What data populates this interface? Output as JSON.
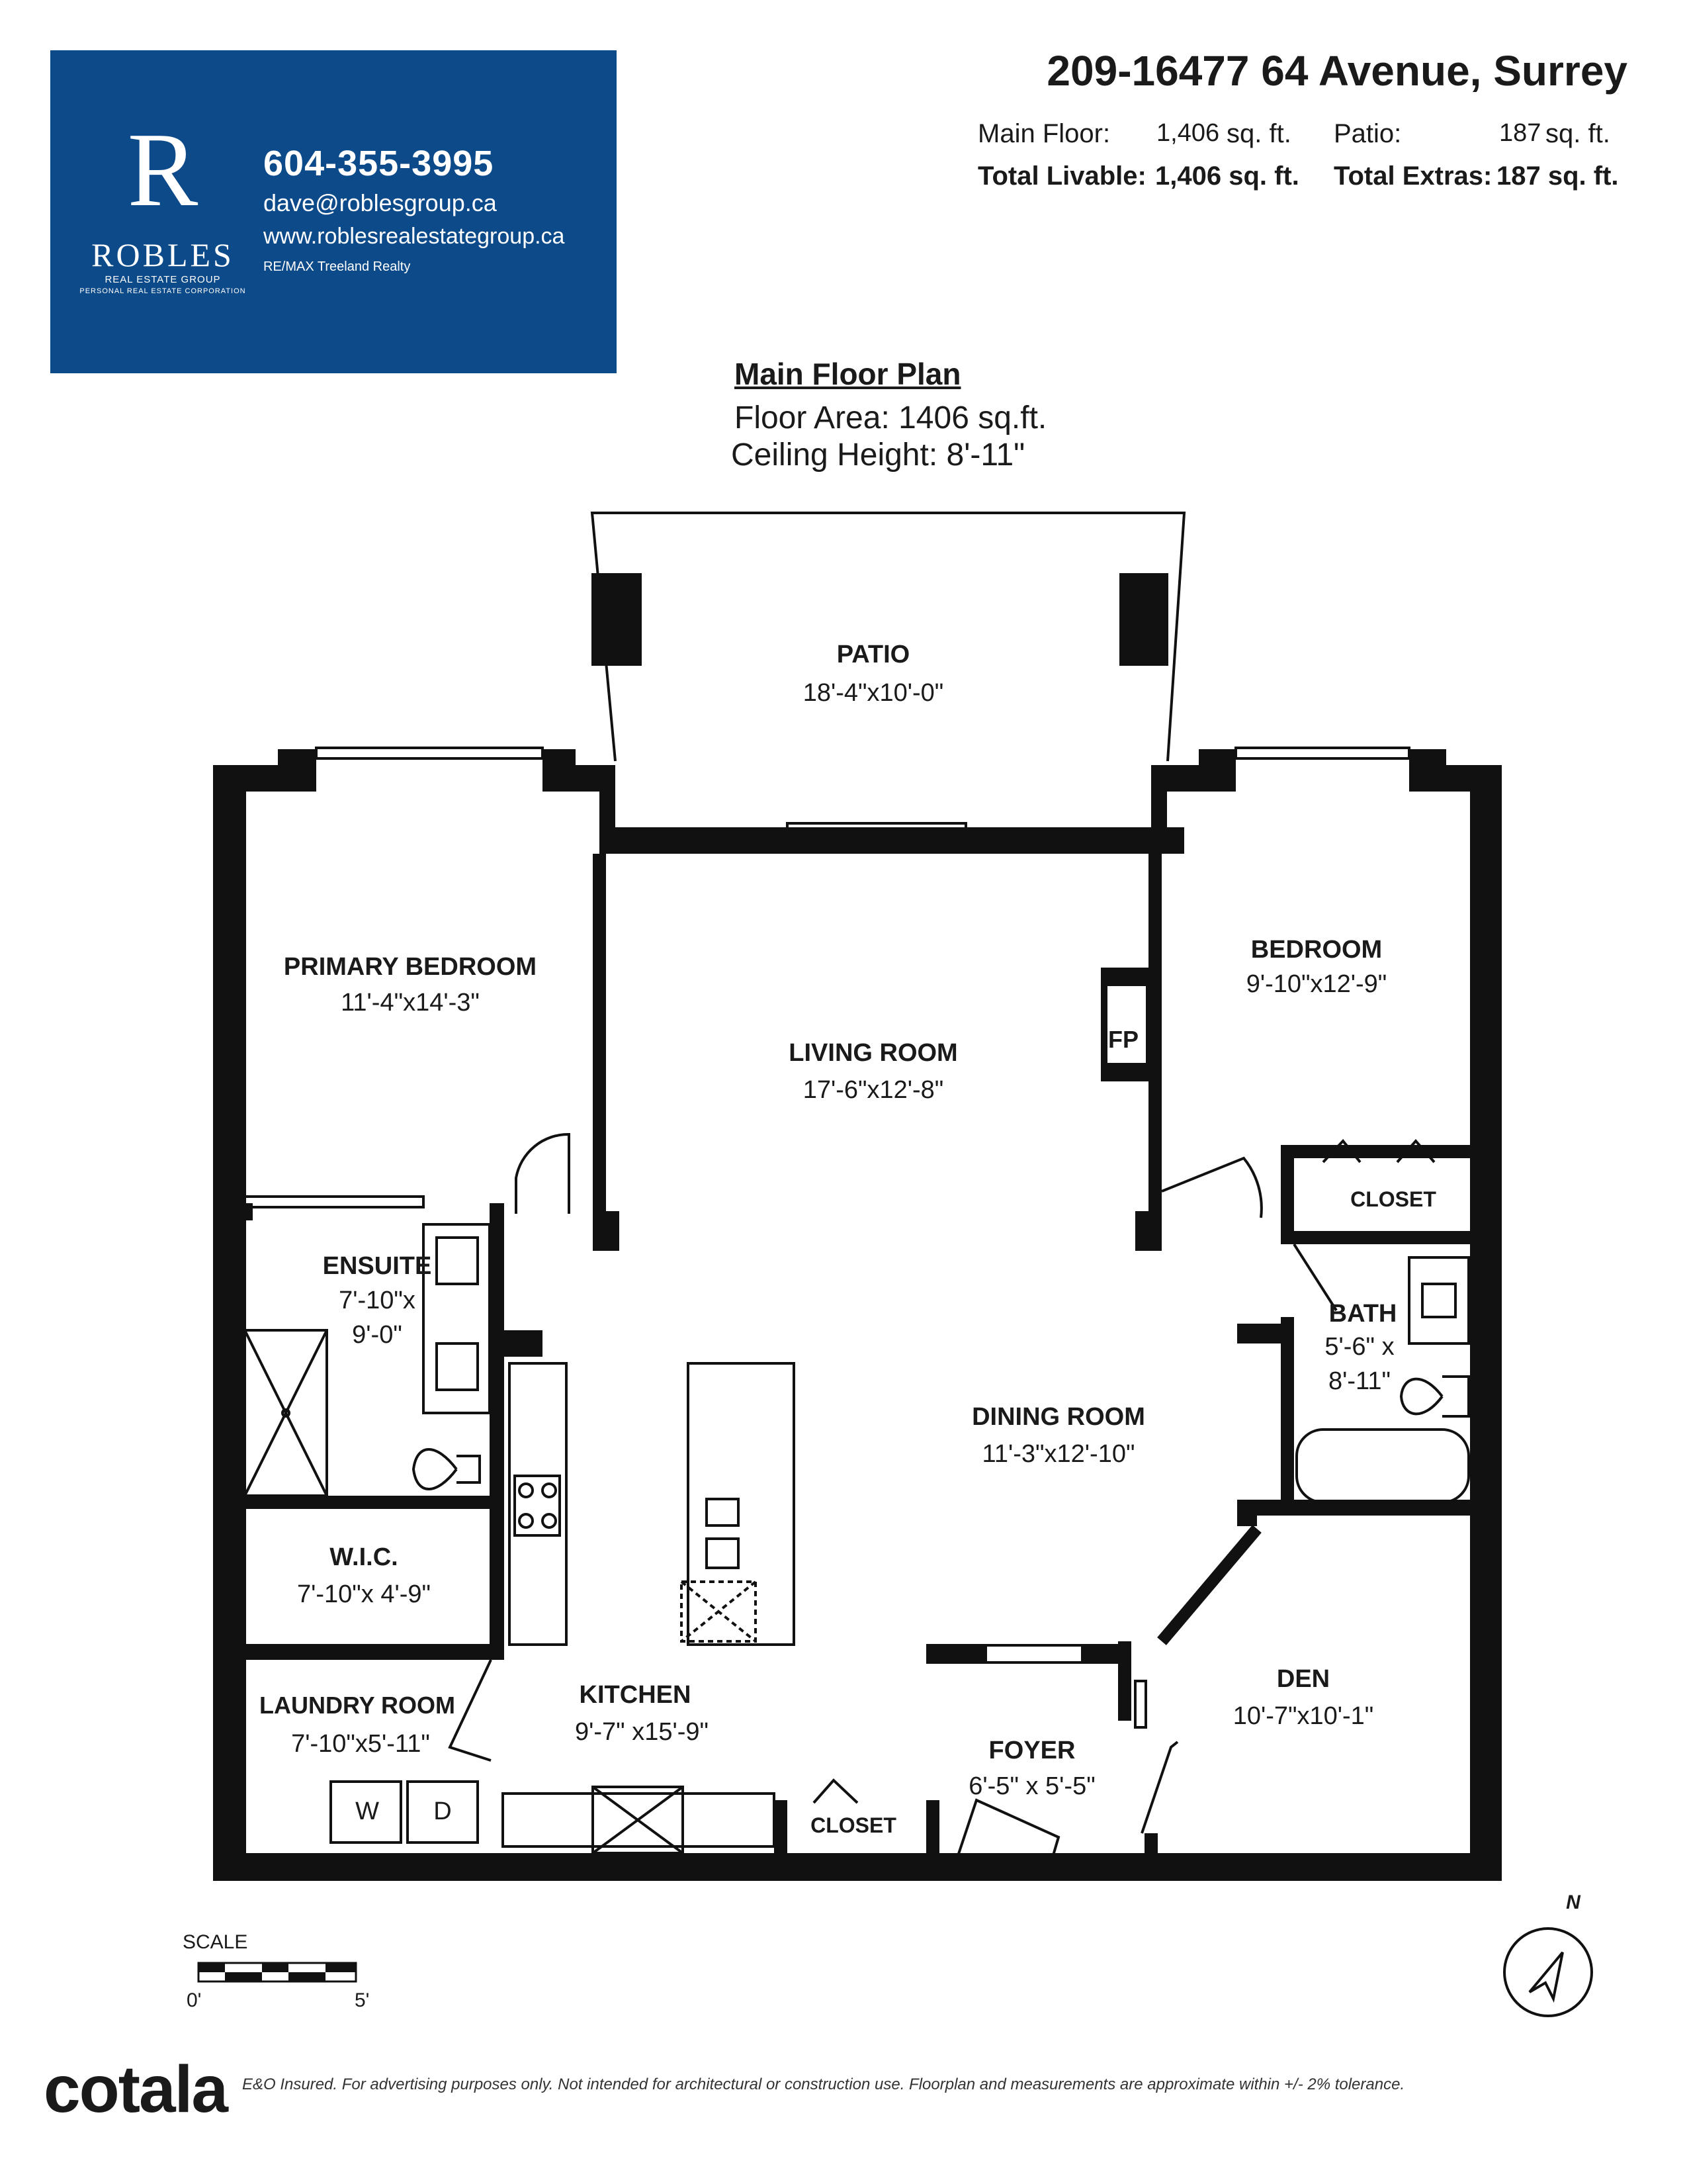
{
  "header": {
    "logo": {
      "letter": "R",
      "wordmark": "ROBLES",
      "line1": "REAL ESTATE GROUP",
      "line2": "PERSONAL REAL ESTATE CORPORATION"
    },
    "phone": "604-355-3995",
    "email": "dave@roblesgroup.ca",
    "website": "www.roblesrealestategroup.ca",
    "brokerage": "RE/MAX Treeland Realty",
    "card_color": "#0d4a8a"
  },
  "listing": {
    "address": "209-16477 64 Avenue, Surrey",
    "main_floor_label": "Main Floor:",
    "main_floor_value": "1,406",
    "main_floor_unit": "sq. ft.",
    "patio_label": "Patio:",
    "patio_value": "187",
    "patio_unit": "sq. ft.",
    "total_livable_label": "Total Livable:",
    "total_livable_value": "1,406 sq. ft.",
    "total_extras_label": "Total Extras:",
    "total_extras_value": "187 sq. ft."
  },
  "plan": {
    "title": "Main Floor Plan",
    "floor_area": "Floor Area: 1406 sq.ft.",
    "ceiling_height": "Ceiling Height: 8'-11\"",
    "rooms": {
      "patio": {
        "name": "PATIO",
        "dims": "18'-4\"x10'-0\""
      },
      "primary_bedroom": {
        "name": "PRIMARY BEDROOM",
        "dims": "11'-4\"x14'-3\""
      },
      "living_room": {
        "name": "LIVING ROOM",
        "dims": "17'-6\"x12'-8\""
      },
      "bedroom": {
        "name": "BEDROOM",
        "dims": "9'-10\"x12'-9\""
      },
      "fireplace": {
        "name": "FP"
      },
      "closet_bedroom": {
        "name": "CLOSET"
      },
      "ensuite": {
        "name": "ENSUITE",
        "dims1": "7'-10\"x",
        "dims2": "9'-0\""
      },
      "bath": {
        "name": "BATH",
        "dims1": "5'-6\" x",
        "dims2": "8'-11\""
      },
      "dining_room": {
        "name": "DINING ROOM",
        "dims": "11'-3\"x12'-10\""
      },
      "wic": {
        "name": "W.I.C.",
        "dims": "7'-10\"x 4'-9\""
      },
      "den": {
        "name": "DEN",
        "dims": "10'-7\"x10'-1\""
      },
      "laundry_room": {
        "name": "LAUNDRY ROOM",
        "dims": "7'-10\"x5'-11\""
      },
      "kitchen": {
        "name": "KITCHEN",
        "dims": "9'-7\" x15'-9\""
      },
      "foyer": {
        "name": "FOYER",
        "dims": "6'-5\" x 5'-5\""
      },
      "closet_foyer": {
        "name": "CLOSET"
      },
      "washer": {
        "name": "W"
      },
      "dryer": {
        "name": "D"
      }
    },
    "scale": {
      "label": "SCALE",
      "start": "0'",
      "end": "5'"
    },
    "north": "N"
  },
  "footer": {
    "brand": "cotala",
    "disclaimer": "E&O Insured. For advertising purposes only. Not intended for architectural or construction use. Floorplan and measurements are approximate within +/- 2% tolerance."
  }
}
